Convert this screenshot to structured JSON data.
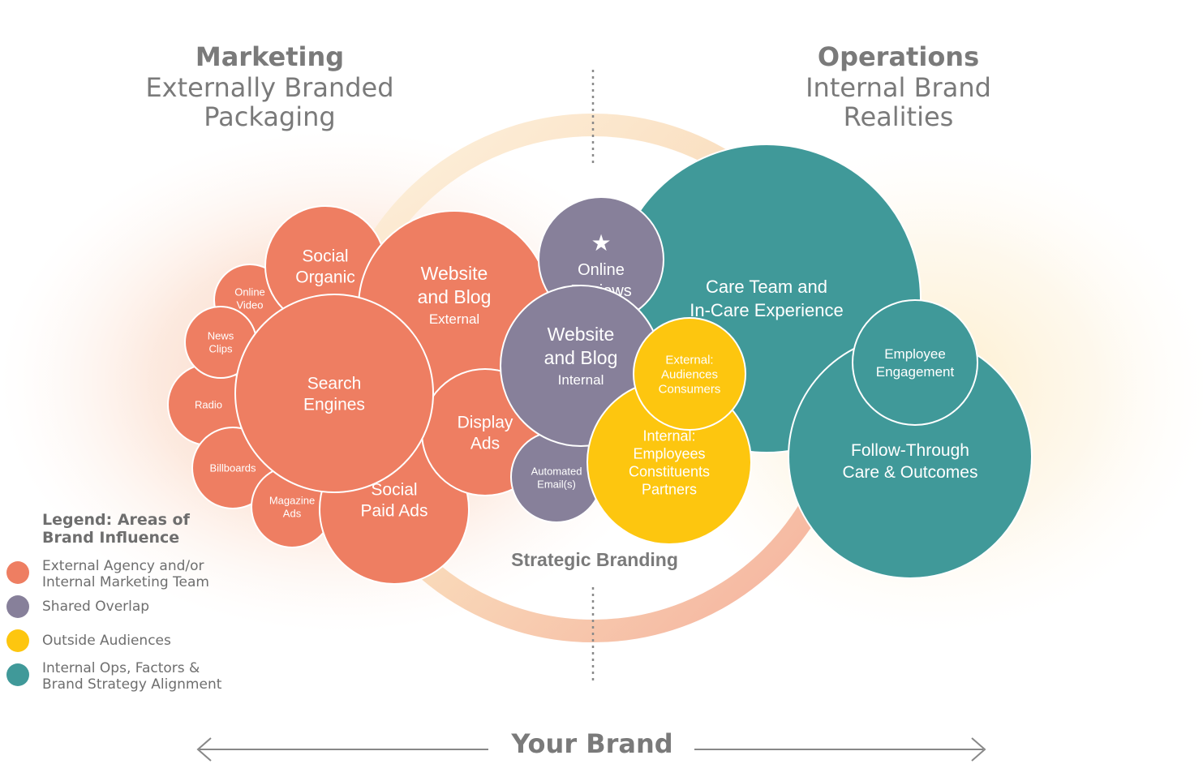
{
  "headers": {
    "left_title": "Marketing",
    "left_line1": "Externally Branded",
    "left_line2": "Packaging",
    "right_title": "Operations",
    "right_line1": "Internal Brand",
    "right_line2": "Realities"
  },
  "center_label": "Strategic Branding",
  "bottom_label": "Your Brand",
  "colors": {
    "coral": "#ee7e62",
    "purple": "#87809a",
    "yellow": "#fdc60f",
    "teal": "#409999",
    "text_gray": "#7a7a7a",
    "ring_light": "#fbe3c4",
    "ring_pink": "#f3a58f"
  },
  "circles": [
    {
      "id": "circle-radio",
      "color": "coral",
      "lines": [
        "Radio"
      ],
      "size": "xs"
    },
    {
      "id": "circle-online-video",
      "color": "coral",
      "lines": [
        "Online",
        "Video"
      ],
      "size": "xs"
    },
    {
      "id": "circle-news-clips",
      "color": "coral",
      "lines": [
        "News",
        "Clips"
      ],
      "size": "xs"
    },
    {
      "id": "circle-billboards",
      "color": "coral",
      "lines": [
        "Billboards"
      ],
      "size": "xs"
    },
    {
      "id": "circle-magazine-ads",
      "color": "coral",
      "lines": [
        "Magazine",
        "Ads"
      ],
      "size": "xs"
    },
    {
      "id": "circle-social-organic",
      "color": "coral",
      "lines": [
        "Social",
        "Organic"
      ],
      "size": "m"
    },
    {
      "id": "circle-website-blog-external",
      "color": "coral",
      "lines": [
        "Website",
        "and Blog"
      ],
      "sub": "External",
      "size": "l"
    },
    {
      "id": "circle-social-paid-ads",
      "color": "coral",
      "lines": [
        "Social",
        "Paid Ads"
      ],
      "size": "m"
    },
    {
      "id": "circle-display-ads",
      "color": "coral",
      "lines": [
        "Display",
        "Ads"
      ],
      "size": "m"
    },
    {
      "id": "circle-search-engines",
      "color": "coral",
      "lines": [
        "Search",
        "Engines"
      ],
      "size": "m"
    },
    {
      "id": "circle-care-team",
      "color": "teal",
      "lines": [
        "Care Team and",
        "In-Care Experience"
      ],
      "size": "m"
    },
    {
      "id": "circle-follow-through",
      "color": "teal",
      "lines": [
        "Follow-Through",
        "Care & Outcomes"
      ],
      "size": "m"
    },
    {
      "id": "circle-employee-engagement",
      "color": "teal",
      "lines": [
        "Employee",
        "Engagement"
      ],
      "size": "s"
    },
    {
      "id": "circle-online-reviews",
      "color": "purple",
      "lines": [
        "Online",
        "Reviews"
      ],
      "star": "★",
      "size": "m"
    },
    {
      "id": "circle-automated-emails",
      "color": "purple",
      "lines": [
        "Automated",
        "Email(s)"
      ],
      "size": "xs"
    },
    {
      "id": "circle-website-blog-internal",
      "color": "purple",
      "lines": [
        "Website",
        "and Blog"
      ],
      "sub": "Internal",
      "size": "l"
    },
    {
      "id": "circle-internal-employees",
      "color": "yellow",
      "lines": [
        "Internal:",
        "Employees",
        "Constituents",
        "Partners"
      ],
      "size": "m"
    },
    {
      "id": "circle-external-audiences",
      "color": "yellow",
      "lines": [
        "External:",
        "Audiences",
        "Consumers"
      ],
      "size": "s"
    }
  ],
  "legend": {
    "title_line1": "Legend: Areas of",
    "title_line2": "Brand Influence",
    "items": [
      {
        "label": "External Agency and/or\nInternal Marketing Team",
        "color": "coral"
      },
      {
        "label": "Shared Overlap",
        "color": "purple"
      },
      {
        "label": "Outside Audiences",
        "color": "yellow"
      },
      {
        "label": "Internal Ops, Factors &\nBrand Strategy Alignment",
        "color": "teal"
      }
    ]
  }
}
